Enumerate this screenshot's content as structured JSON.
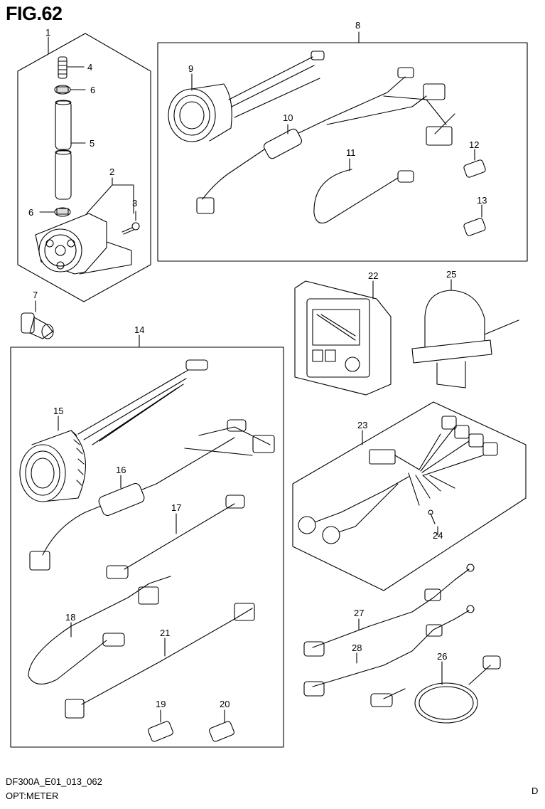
{
  "figure": {
    "title": "FIG.62"
  },
  "callouts": [
    "1",
    "2",
    "3",
    "4",
    "5",
    "6",
    "6",
    "7",
    "8",
    "9",
    "10",
    "11",
    "12",
    "13",
    "14",
    "15",
    "16",
    "17",
    "18",
    "19",
    "20",
    "21",
    "22",
    "23",
    "24",
    "25",
    "26",
    "27",
    "28"
  ],
  "footer": {
    "code": "DF300A_E01_013_062",
    "title": "OPT:METER",
    "letter": "D"
  }
}
